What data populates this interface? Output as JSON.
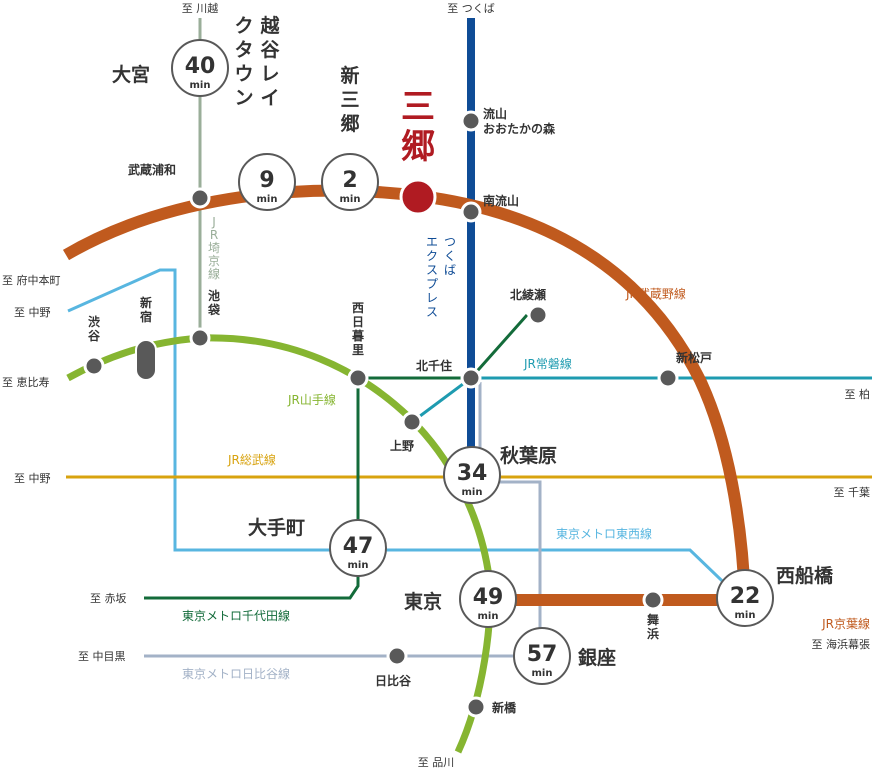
{
  "colors": {
    "musashino": "#c05a1e",
    "tsukuba": "#0f4c96",
    "yamanote": "#86b531",
    "saikyo": "#9aae99",
    "sobu": "#d8a30f",
    "joban": "#1e9bb0",
    "tozai": "#58b6e0",
    "chiyoda": "#136b3a",
    "hibiya": "#a3b2c7",
    "keiyo": "#c05a1e",
    "home": "#b01b22",
    "badge_border": "#595959"
  },
  "home_station": "三郷",
  "destinations": {
    "kawagoe": "至 川越",
    "tsukuba": "至 つくば",
    "fuchu": "至 府中本町",
    "nakano_top": "至 中野",
    "ebisu": "至 恵比寿",
    "kashiwa": "至 柏",
    "nakano_mid": "至 中野",
    "chiba": "至 千葉",
    "akasaka": "至 赤坂",
    "nakameguro": "至 中目黒",
    "kaihin": "至 海浜幕張",
    "shinagawa": "至 品川"
  },
  "stations": {
    "omiya": "大宮",
    "koshigaya": "越谷レイクタウン",
    "shinmisato": "新三郷",
    "musashi_urawa": "武蔵浦和",
    "nagareyama_otaka": "流山おおたかの森",
    "minami_nagareyama": "南流山",
    "ikebukuro": "池袋",
    "shinjuku": "新宿",
    "shibuya": "渋谷",
    "nishi_nippori": "西日暮里",
    "kita_ayase": "北綾瀬",
    "kita_senju": "北千住",
    "shin_matsudo": "新松戸",
    "ueno": "上野",
    "akihabara": "秋葉原",
    "otemachi": "大手町",
    "tokyo": "東京",
    "nishi_funabashi": "西船橋",
    "maihama": "舞浜",
    "ginza": "銀座",
    "hibiya": "日比谷",
    "shinbashi": "新橋"
  },
  "travel_times": {
    "unit": "min",
    "omiya": "40",
    "koshigaya": "9",
    "shinmisato": "2",
    "akihabara": "34",
    "otemachi": "47",
    "tokyo": "49",
    "nishi_funabashi": "22",
    "ginza": "57"
  },
  "lines": {
    "saikyo": "JR埼京線",
    "tsukuba": "つくばエクスプレス",
    "musashino": "JR武蔵野線",
    "joban": "JR常磐線",
    "yamanote": "JR山手線",
    "sobu": "JR総武線",
    "tozai": "東京メトロ東西線",
    "chiyoda": "東京メトロ千代田線",
    "keiyo": "JR京葉線",
    "hibiya": "東京メトロ日比谷線"
  }
}
